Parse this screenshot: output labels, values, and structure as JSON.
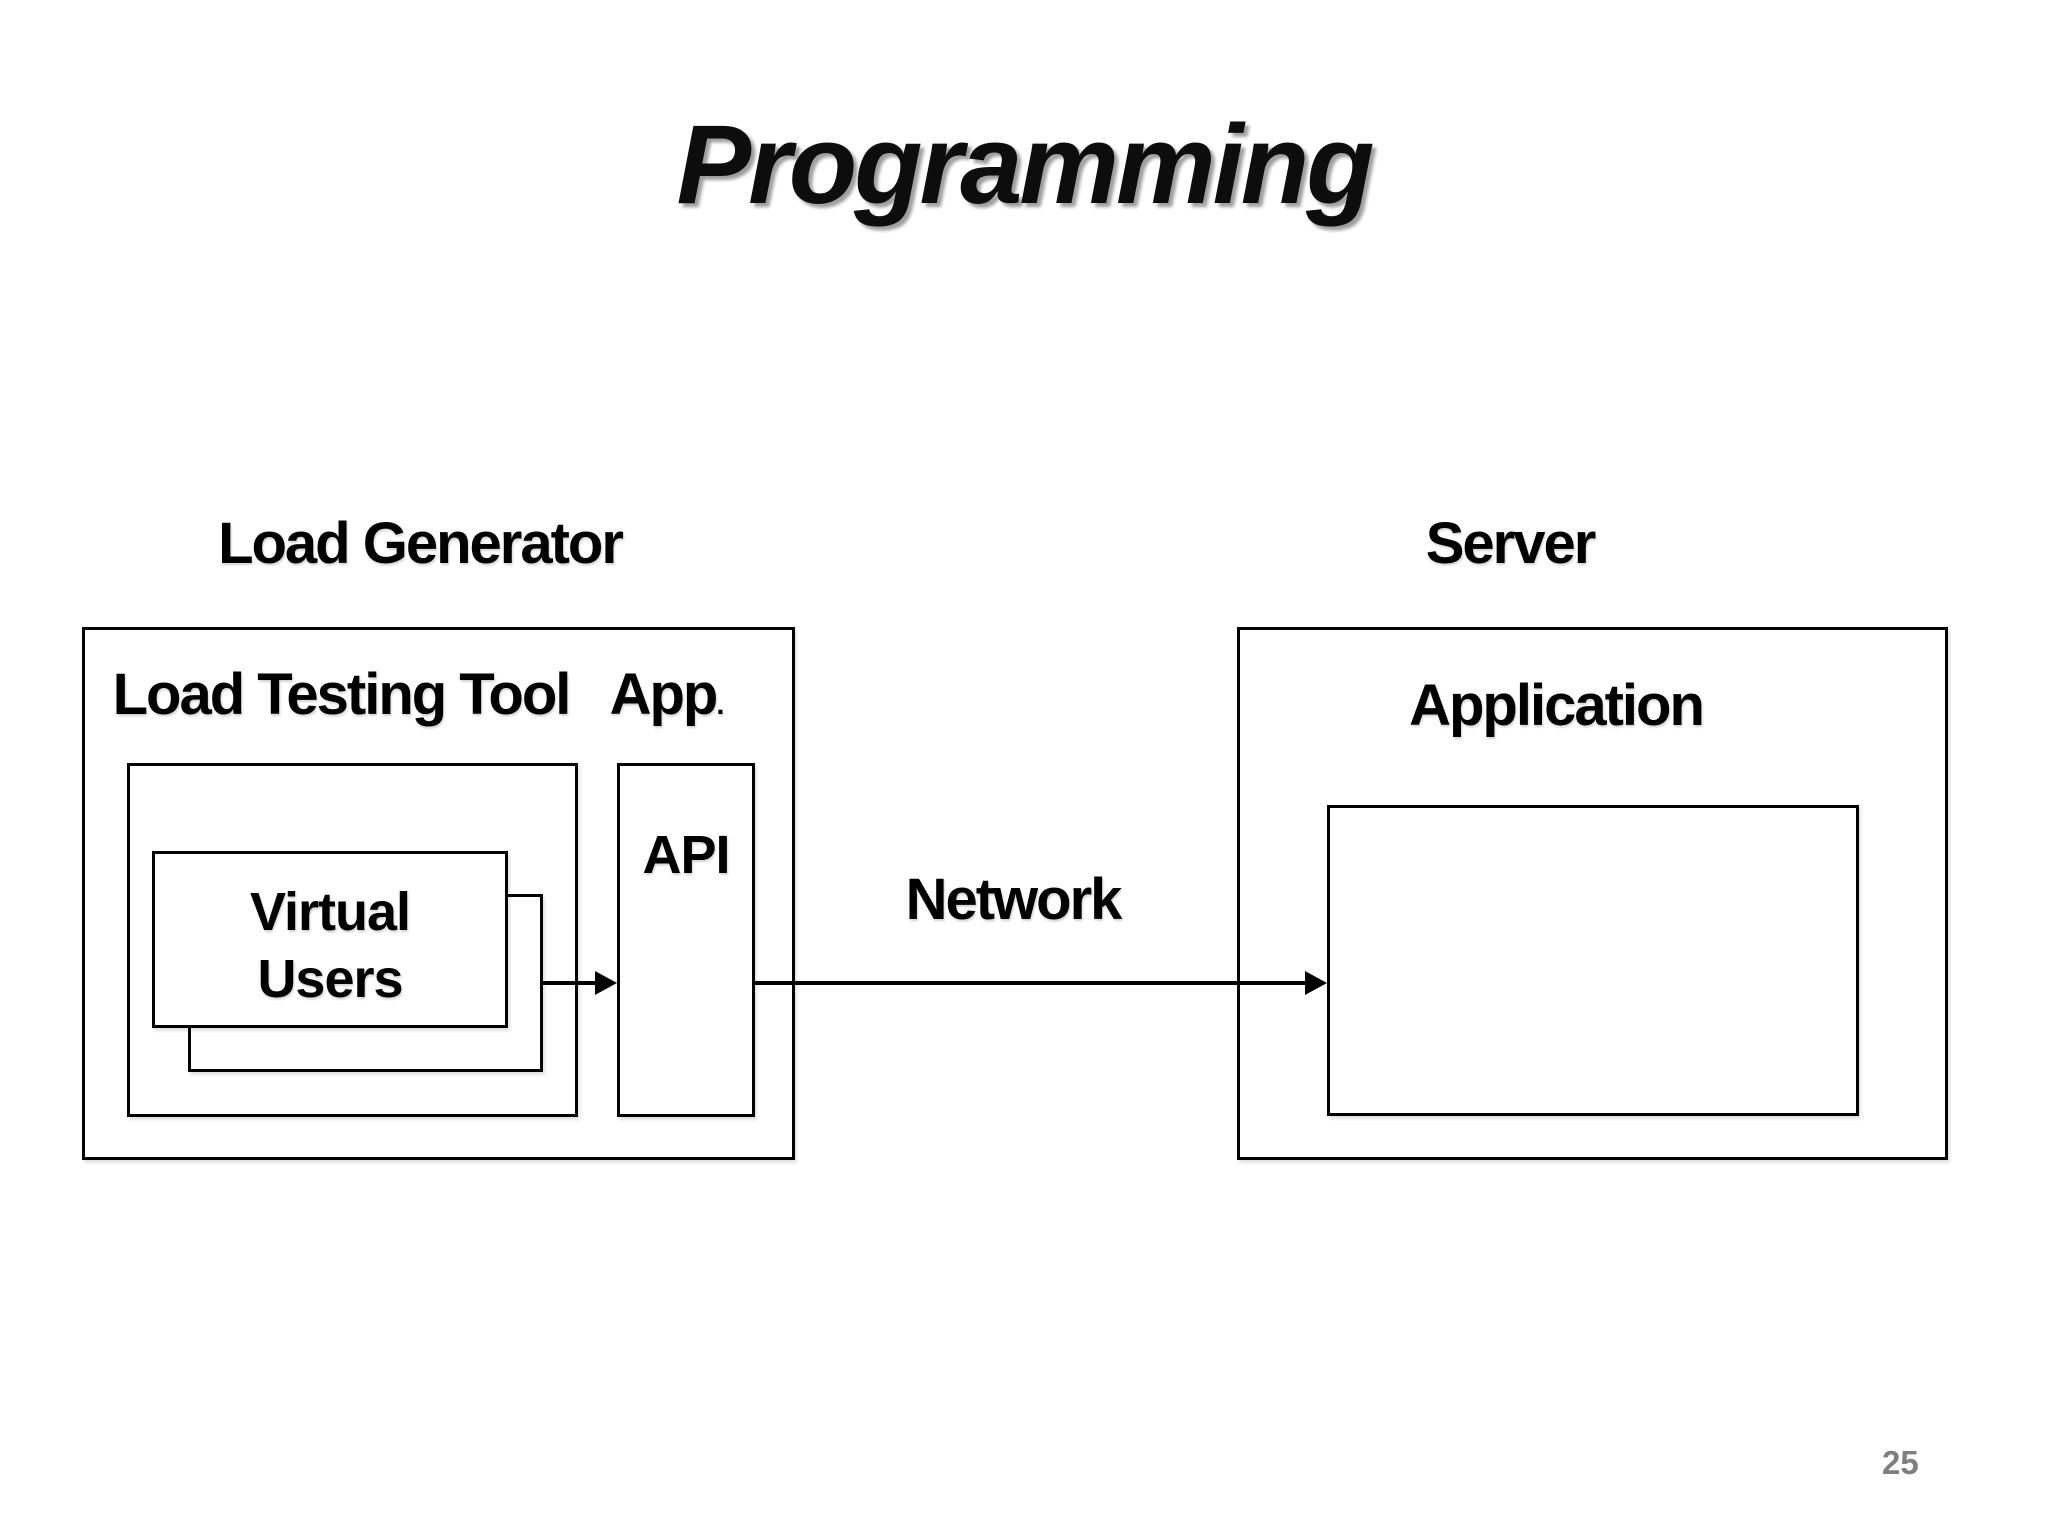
{
  "slide": {
    "title": "Programming",
    "page_number": "25"
  },
  "labels": {
    "load_generator": "Load Generator",
    "server": "Server",
    "load_testing_tool": "Load Testing Tool",
    "app": "App",
    "app_suffix": ".",
    "api": "API",
    "virtual_users_line1": "Virtual",
    "virtual_users_line2": "Users",
    "network": "Network",
    "application": "Application"
  },
  "colors": {
    "background": "#ffffff",
    "line": "#000000",
    "text": "#000000",
    "title_shadow": "rgba(0,0,0,0.38)",
    "page_number": "#7f7f7f"
  }
}
